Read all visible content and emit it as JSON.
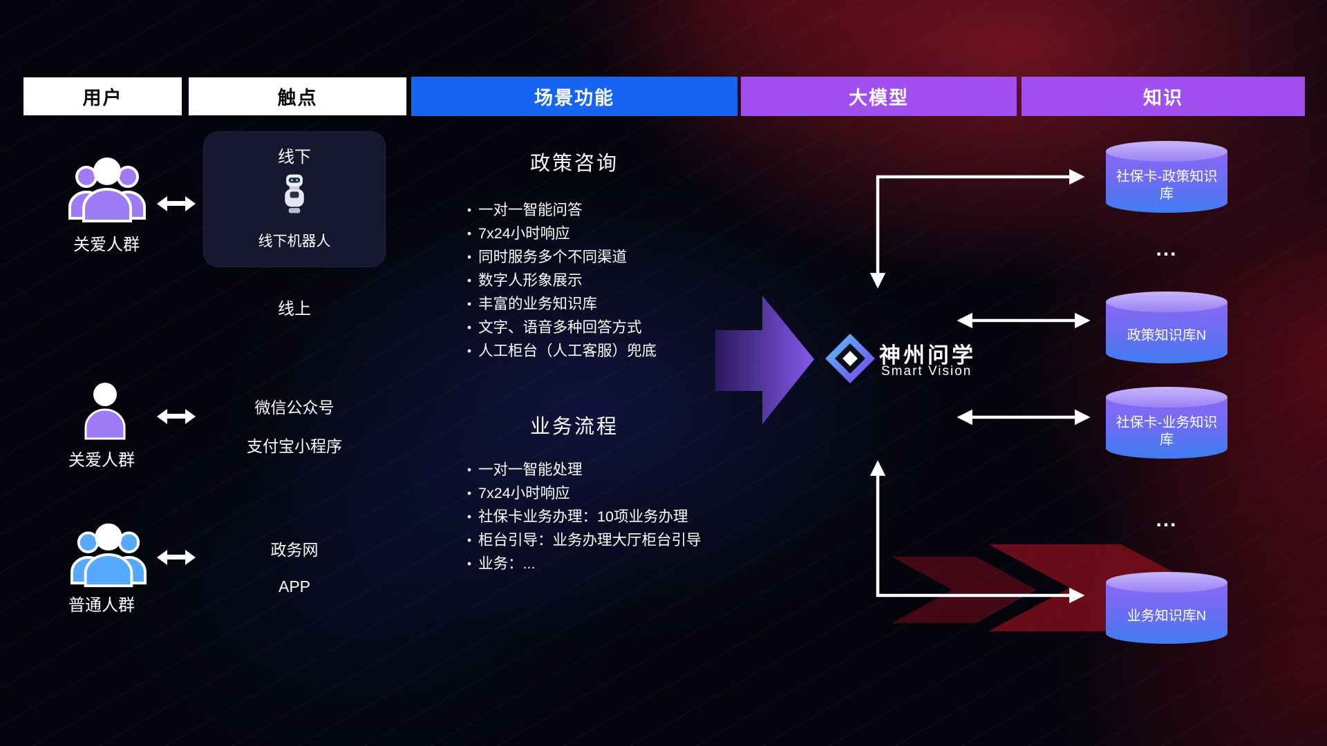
{
  "header": {
    "columns": [
      {
        "label": "用户"
      },
      {
        "label": "触点"
      },
      {
        "label": "场景功能"
      },
      {
        "label": "大模型"
      },
      {
        "label": "知识"
      }
    ]
  },
  "users": {
    "groups": [
      {
        "label": "关爱人群"
      },
      {
        "label": "关爱人群"
      },
      {
        "label": "普通人群"
      }
    ]
  },
  "touchpoints": {
    "offline": {
      "title": "线下",
      "robot_label": "线下机器人"
    },
    "online_title": "线上",
    "wechat": "微信公众号",
    "alipay": "支付宝小程序",
    "gov_web": "政务网",
    "app": "APP"
  },
  "scenarios": [
    {
      "title": "政策咨询",
      "items": [
        "一对一智能问答",
        "7x24小时响应",
        "同时服务多个不同渠道",
        "数字人形象展示",
        "丰富的业务知识库",
        "文字、语音多种回答方式",
        "人工柜台（人工客服）兜底"
      ]
    },
    {
      "title": "业务流程",
      "items": [
        "一对一智能处理",
        "7x24小时响应",
        "社保卡业务办理：10项业务办理",
        "柜台引导：业务办理大厅柜台引导",
        "业务：..."
      ]
    }
  ],
  "model": {
    "name": "神州问学",
    "subtitle": "Smart Vision"
  },
  "knowledge": {
    "db1": "社保卡-政策知识库",
    "ellipsis1": "...",
    "db2": "政策知识库N",
    "db3": "社保卡-业务知识库",
    "ellipsis2": "...",
    "db4": "业务知识库N"
  },
  "colors": {
    "header_blue": "#1565f2",
    "header_purple": "#a24ff2",
    "user_purple": "#9e7cf6",
    "user_blue": "#57a8ff",
    "db_gradient_top": "#8a68f3",
    "db_gradient_bottom": "#3f7cf2",
    "flow_arrow_purple": "#8b5cf6",
    "background_red": "#8f0f1f"
  }
}
